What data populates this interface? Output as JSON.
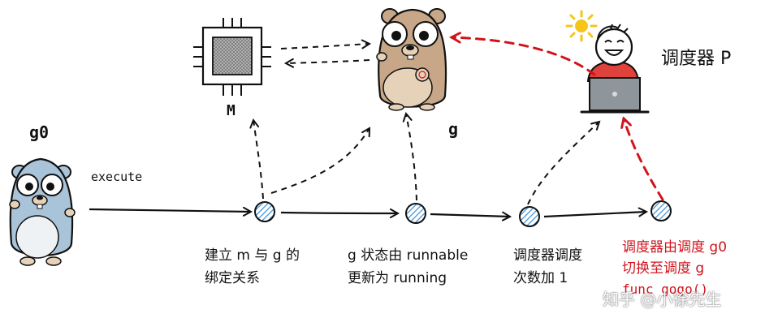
{
  "labels": {
    "g0": "g0",
    "execute": "execute",
    "m": "M",
    "g": "g",
    "scheduler": "调度器 P",
    "step1_line1": "建立 m 与 g 的",
    "step1_line2": "绑定关系",
    "step2_line1": "g 状态由 runnable",
    "step2_line2": "更新为 running",
    "step3_line1": "调度器调度",
    "step3_line2": "次数加 1",
    "step4_line1": "调度器由调度 g0",
    "step4_line2": "切换至调度 g",
    "step4_line3": "func gogo()",
    "watermark": "知乎 @小徐先生"
  },
  "colors": {
    "stroke": "#111111",
    "red": "#d0141c",
    "node_fill": "#3a8fd6",
    "gopher_blue": "#a9c4d9",
    "gopher_brown": "#c8a788",
    "laptop": "#8e969c",
    "shirt": "#e0413b",
    "sun": "#f5c518"
  }
}
